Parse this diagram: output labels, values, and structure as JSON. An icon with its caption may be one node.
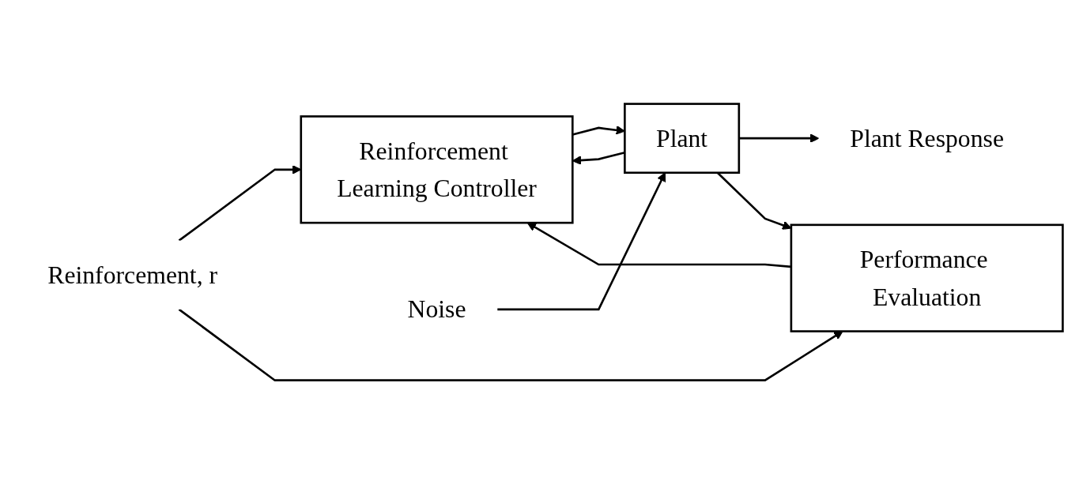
{
  "diagram": {
    "nodes": [
      {
        "text": [
          "Reinforcement Learning Controller"
        ]
      },
      {
        "text": [
          "Plant"
        ]
      },
      {
        "text": [
          "Performance Evaluation"
        ]
      },
      {
        "text": [
          "Reinforcement, r"
        ]
      },
      {
        "text": [
          "Noise"
        ]
      },
      {
        "text": [
          "Plant Response"
        ]
      }
    ],
    "edges": [
      {
        "from": 3,
        "to": 0,
        "arrow": "to"
      },
      {
        "from": 3,
        "to": 2,
        "arrow": "to"
      },
      {
        "from": 0,
        "to": 1,
        "arrow": "to"
      },
      {
        "from": 4,
        "to": 1,
        "arrow": "to"
      },
      {
        "from": 1,
        "to": 5,
        "arrow": "to"
      },
      {
        "from": 1,
        "to": 0,
        "arrow": "to"
      },
      {
        "from": 1,
        "to": 2,
        "arrow": "to"
      },
      {
        "from": 2,
        "to": 0,
        "arrow": "to"
      }
    ]
  }
}
